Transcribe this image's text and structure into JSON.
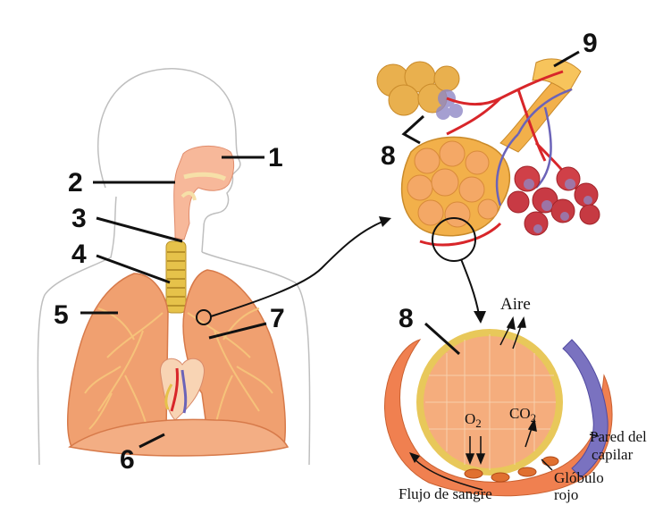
{
  "numbers": {
    "n1": "1",
    "n2": "2",
    "n3": "3",
    "n4": "4",
    "n5": "5",
    "n6": "6",
    "n7": "7",
    "n8a": "8",
    "n8b": "8",
    "n9": "9"
  },
  "labels": {
    "aire": "Aire",
    "o2_main": "O",
    "o2_sub": "2",
    "co2_main": "CO",
    "co2_sub": "2",
    "pared_line1": "Pared del",
    "pared_line2": "capilar",
    "globulo_line1": "Glóbulo",
    "globulo_line2": "rojo",
    "flujo": "Flujo de sangre"
  },
  "colors": {
    "lung": "#f0a070",
    "lung_vein": "#f6c27a",
    "trachea": "#e6c24a",
    "artery": "#d8262a",
    "vein": "#6b63b8",
    "alveolus": "#f2b04a",
    "capillary": "#f08050"
  }
}
